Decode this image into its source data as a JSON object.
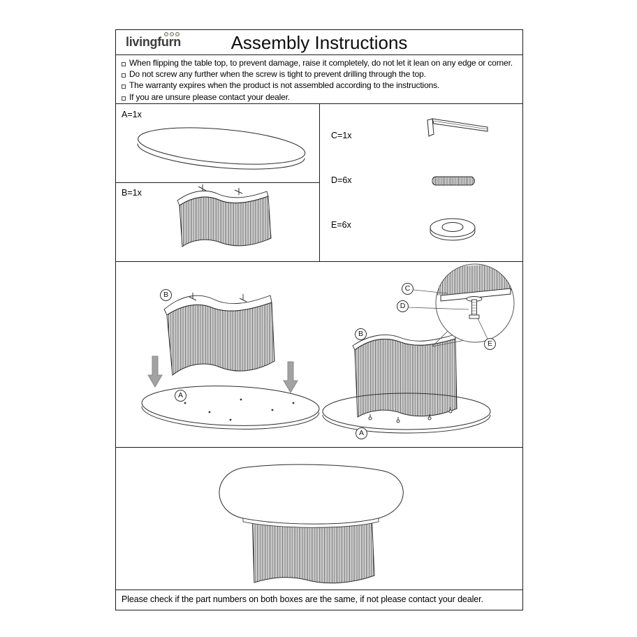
{
  "page": {
    "brand": "livingfurn",
    "title": "Assembly Instructions"
  },
  "warnings": {
    "items": [
      "When flipping the table top, to prevent damage, raise it completely, do not let it lean on any edge or corner.",
      "Do not screw any further when the screw is tight to prevent drilling through the top.",
      "The warranty expires when the product is not assembled according to the instructions.",
      "If you are unsure please contact your dealer."
    ]
  },
  "parts": {
    "a": {
      "label": "A=1x"
    },
    "b": {
      "label": "B=1x"
    },
    "c": {
      "label": "C=1x"
    },
    "d": {
      "label": "D=6x"
    },
    "e": {
      "label": "E=6x"
    }
  },
  "assembly": {
    "callouts": {
      "a": "A",
      "b": "B",
      "c": "C",
      "d": "D",
      "e": "E"
    }
  },
  "footer": {
    "text": "Please check if the part numbers on both boxes are the same, if not please contact your dealer."
  }
}
